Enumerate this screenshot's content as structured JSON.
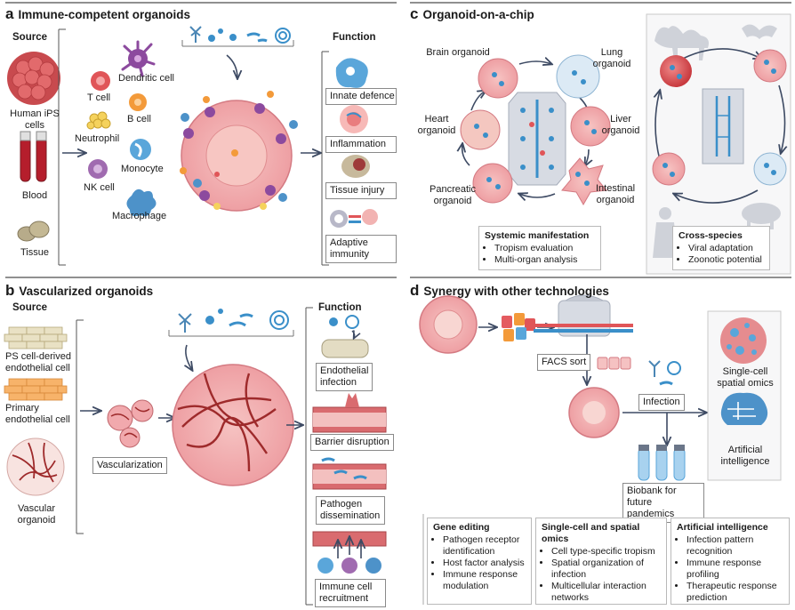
{
  "panel_a": {
    "letter": "a",
    "title": "Immune-competent organoids",
    "source_header": "Source",
    "function_header": "Function",
    "sources": [
      "Human iPS cells",
      "Blood",
      "Tissue"
    ],
    "cells": [
      "Dendritic cell",
      "T cell",
      "B cell",
      "Neutrophil",
      "Monocyte",
      "NK cell",
      "Macrophage"
    ],
    "functions": [
      "Innate defence",
      "Inflammation",
      "Tissue injury",
      "Adaptive immunity"
    ]
  },
  "panel_b": {
    "letter": "b",
    "title": "Vascularized organoids",
    "source_header": "Source",
    "function_header": "Function",
    "sources": [
      "PS cell-derived endothelial cell",
      "Primary endothelial cell",
      "Vascular organoid"
    ],
    "process_label": "Vascularization",
    "functions": [
      "Endothelial infection",
      "Barrier disruption",
      "Pathogen dissemination",
      "Immune cell recruitment"
    ]
  },
  "panel_c": {
    "letter": "c",
    "title": "Organoid-on-a-chip",
    "organoids": [
      "Brain organoid",
      "Lung organoid",
      "Liver organoid",
      "Intestinal organoid",
      "Pancreatic organoid",
      "Heart organoid"
    ],
    "systemic": {
      "title": "Systemic manifestation",
      "items": [
        "Tropism evaluation",
        "Multi-organ analysis"
      ]
    },
    "cross_species": {
      "title": "Cross-species",
      "items": [
        "Viral adaptation",
        "Zoonotic potential"
      ]
    }
  },
  "panel_d": {
    "letter": "d",
    "title": "Synergy with other technologies",
    "facs": "FACS sort",
    "infection": "Infection",
    "biobank": "Biobank for future pandemics",
    "omics": "Single-cell spatial omics",
    "ai": "Artificial intelligence",
    "boxes": [
      {
        "title": "Gene editing",
        "items": [
          "Pathogen receptor identification",
          "Host factor analysis",
          "Immune response modulation"
        ]
      },
      {
        "title": "Single-cell and spatial omics",
        "items": [
          "Cell type-specific tropism",
          "Spatial organization of infection",
          "Multicellular interaction networks"
        ]
      },
      {
        "title": "Artificial intelligence",
        "items": [
          "Infection pattern recognition",
          "Immune response profiling",
          "Therapeutic response prediction"
        ]
      }
    ]
  },
  "colors": {
    "organoid_pink": "#f1a9ad",
    "vessel_red": "#9e2a2b",
    "pathogen_blue": "#3a8fc9",
    "arrow": "#3d4a63"
  }
}
